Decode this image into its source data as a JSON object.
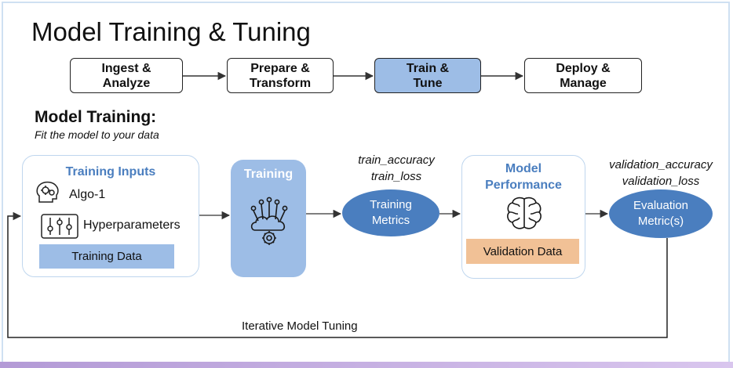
{
  "title": "Model Training & Tuning",
  "pipeline": {
    "steps": [
      {
        "label": "Ingest &\nAnalyze",
        "active": false
      },
      {
        "label": "Prepare &\nTransform",
        "active": false
      },
      {
        "label": "Train &\nTune",
        "active": true
      },
      {
        "label": "Deploy &\nManage",
        "active": false
      }
    ]
  },
  "section": {
    "title": "Model Training:",
    "subtitle": "Fit the model to your data"
  },
  "training_inputs": {
    "heading": "Training Inputs",
    "algo_label": "Algo-1",
    "hyperparameters_label": "Hyperparameters",
    "training_data_label": "Training Data"
  },
  "training": {
    "heading": "Training"
  },
  "training_metrics": {
    "labels": "train_accuracy\ntrain_loss",
    "ellipse_label": "Training\nMetrics"
  },
  "model_performance": {
    "heading": "Model\nPerformance",
    "validation_data_label": "Validation Data"
  },
  "evaluation": {
    "labels": "validation_accuracy\nvalidation_loss",
    "ellipse_label": "Evaluation\nMetric(s)"
  },
  "loop": {
    "label": "Iterative Model Tuning"
  },
  "colors": {
    "accent_blue": "#4a7ebf",
    "light_blue": "#9dbde6",
    "orange": "#f1c196",
    "panel_border": "#bfd6ee"
  },
  "icons": [
    "gears-head-icon",
    "sliders-icon",
    "neural-network-cloud-icon",
    "brain-icon"
  ]
}
